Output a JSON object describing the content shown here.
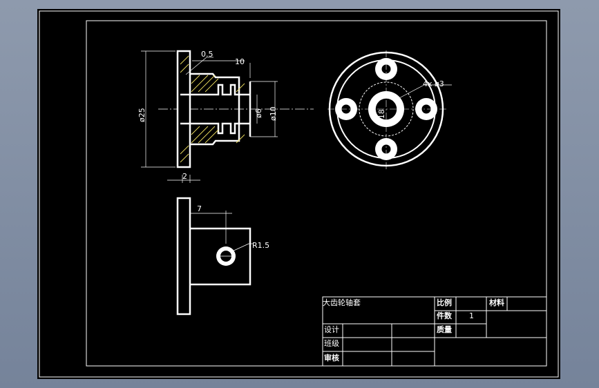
{
  "drawing": {
    "dimensions": {
      "chamfer": "0.5",
      "length_10": "10",
      "dia_25": "ø25",
      "dia_6": "ø6",
      "dia_10": "ø10",
      "thickness_2": "2",
      "holes": "4x ø3",
      "dia_18": "ø18",
      "offset_7": "7",
      "radius": "R1.5"
    },
    "title_block": {
      "part_name": "大齿轮轴套",
      "scale_label": "比例",
      "material_label": "材料",
      "count_label": "件数",
      "count_value": "1",
      "weight_label": "质量",
      "design_label": "设计",
      "class_label": "班级",
      "review_label": "审核"
    }
  }
}
